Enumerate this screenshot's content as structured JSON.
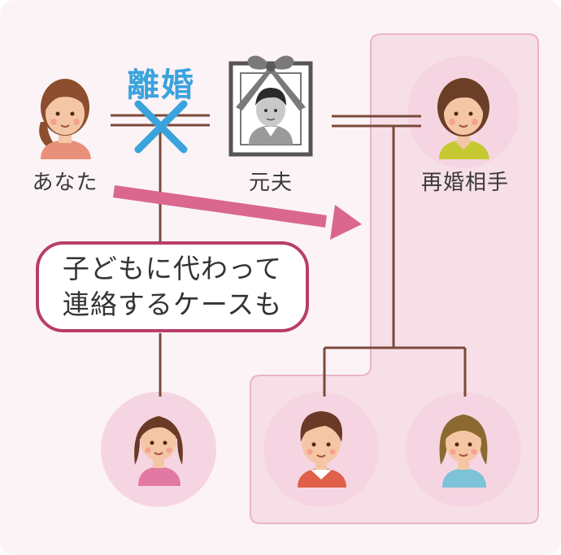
{
  "people": {
    "you": {
      "label": "あなた"
    },
    "ex_husband": {
      "label": "元夫"
    },
    "new_partner": {
      "label": "再婚相手"
    }
  },
  "divorce_label": "離婚",
  "callout": {
    "line1": "子どもに代わって",
    "line2": "連絡するケースも"
  },
  "colors": {
    "background": "#fcf3f6",
    "family_box": "#f7dfe8",
    "family_box_border": "#eab4c9",
    "line": "#7a4a3a",
    "arrow": "#d9678e",
    "callout_border": "#b83d6a",
    "divorce_accent": "#3aa3dc",
    "avatar_circle": "#f6d5e2"
  },
  "icons": [
    "portrait-frame-icon",
    "mourning-ribbon-icon",
    "divorce-x-icon",
    "arrow-right-icon"
  ]
}
